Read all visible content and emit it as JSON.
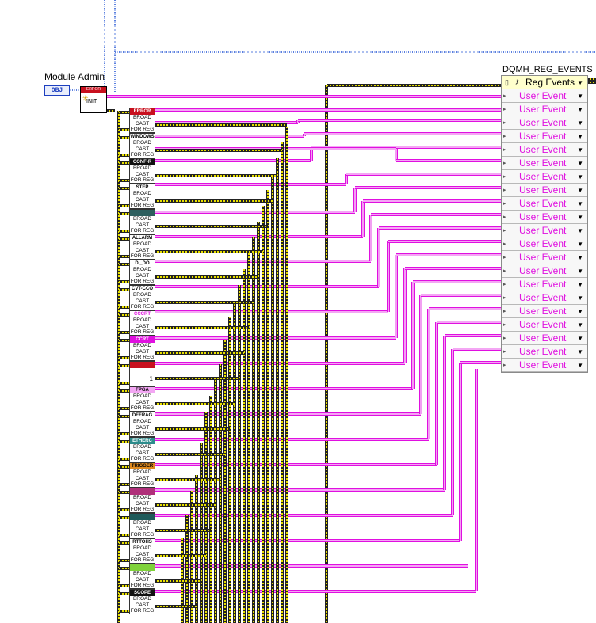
{
  "labels": {
    "module_admin": "Module Admin",
    "cluster_name": "DQMH_REG_EVENTS",
    "obj_terminal": "OBJ",
    "init_vi_top": "ERROR",
    "init_vi_label": "INIT"
  },
  "bundle": {
    "header": "Reg Events",
    "row_label": "User Event",
    "row_count": 21
  },
  "modules": [
    {
      "name": "ERROR",
      "color": "#c8101e",
      "text_color": "#ffffff",
      "body": "BROAD CAST FOR REG"
    },
    {
      "name": "WINDOWS",
      "color": "#ffffff",
      "text_color": "#000000",
      "body": "BROAD CAST FOR REG"
    },
    {
      "name": "CONF-R",
      "color": "#111111",
      "text_color": "#ffffff",
      "body": "BROAD CAST FOR REG"
    },
    {
      "name": "STEP MAN.RT",
      "color": "#ffffff",
      "text_color": "#000000",
      "body": "BROAD CAST FOR REG"
    },
    {
      "name": "",
      "color": "#2d5e5e",
      "text_color": "#ffffff",
      "body": "BROAD CAST FOR REG"
    },
    {
      "name": "ALLARM",
      "color": "#ffffff",
      "text_color": "#000000",
      "body": "BROAD CAST FOR REG"
    },
    {
      "name": "DI_DO",
      "color": "#ffffff",
      "text_color": "#000000",
      "body": "BROAD CAST FOR REG"
    },
    {
      "name": "CVT-CCO",
      "color": "#ffffff",
      "text_color": "#000000",
      "body": "BROAD CAST FOR REG"
    },
    {
      "name": "CCCRT",
      "color": "#ffffff",
      "text_color": "#e010e0",
      "body": "BROAD CAST FOR REG"
    },
    {
      "name": "CCRT",
      "color": "#e010e0",
      "text_color": "#ffffff",
      "body": "BROAD CAST FOR REG"
    },
    {
      "name": "",
      "color": "#c8101e",
      "text_color": "#ffffff",
      "body": "1"
    },
    {
      "name": "FPGA",
      "color": "#f3a6f3",
      "text_color": "#000000",
      "body": "BROAD CAST FOR REG"
    },
    {
      "name": "DEFRAG",
      "color": "#ffffff",
      "text_color": "#000000",
      "body": "BROAD CAST FOR REG"
    },
    {
      "name": "ETHERC",
      "color": "#2d8c8c",
      "text_color": "#ffffff",
      "body": "BROAD CAST FOR REG"
    },
    {
      "name": "TRIGGER",
      "color": "#e08a1e",
      "text_color": "#000000",
      "body": "BROAD CAST FOR REG"
    },
    {
      "name": "",
      "color": "#b0307a",
      "text_color": "#ffffff",
      "body": "BROAD CAST FOR REG"
    },
    {
      "name": "",
      "color": "#1e5a5a",
      "text_color": "#ffffff",
      "body": "BROAD CAST FOR REG"
    },
    {
      "name": "RTTOHS",
      "color": "#ffffff",
      "text_color": "#000000",
      "body": "BROAD CAST FOR REG"
    },
    {
      "name": "",
      "color": "#7fd23a",
      "text_color": "#000000",
      "body": "BROAD CAST FOR REG"
    },
    {
      "name": "SCOPE",
      "color": "#111111",
      "text_color": "#ffffff",
      "body": "BROAD CAST FOR REG"
    }
  ],
  "colors": {
    "class_wire": "#5a7fdf",
    "error_wire_a": "#e8e000",
    "error_wire_b": "#222222",
    "event_wire": "#e010e0",
    "accent_header": "#ffffcc"
  }
}
